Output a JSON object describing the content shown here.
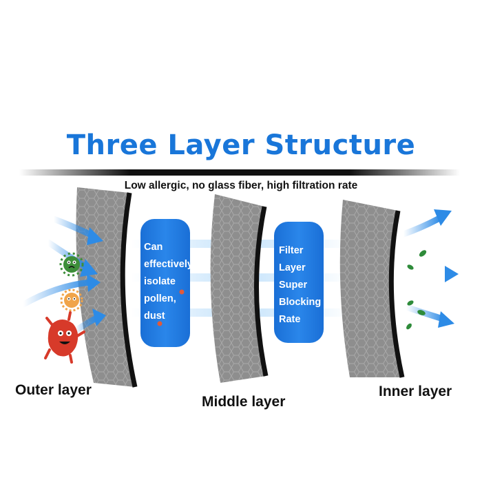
{
  "title": "Three Layer Structure",
  "subtitle": "Low allergic, no glass fiber, high filtration rate",
  "colors": {
    "title_blue": "#1976d9",
    "pill_blue": "#1e78e0",
    "arrow_blue": "#2d8be6",
    "layer_gray": "#8f8f8f",
    "leaf_green": "#2e8b3a"
  },
  "layers": [
    {
      "label": "Outer layer"
    },
    {
      "label": "Middle layer"
    },
    {
      "label": "Inner layer"
    }
  ],
  "callouts": [
    {
      "lines": [
        "Can",
        "effectively",
        "isolate",
        "pollen,",
        "dust"
      ]
    },
    {
      "lines": [
        "Filter",
        "Layer",
        "Super",
        "Blocking",
        "Rate"
      ]
    }
  ],
  "icons": [
    "germ-icon",
    "pollen-icon",
    "bacteria-monster-icon",
    "leaf-icon",
    "airflow-arrow-icon"
  ]
}
